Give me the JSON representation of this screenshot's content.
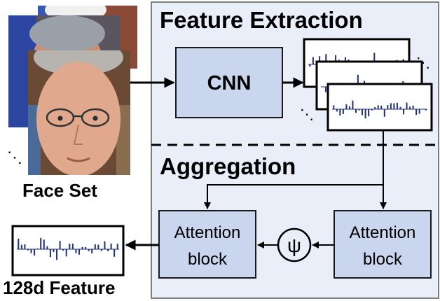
{
  "labels": {
    "feature_extraction": "Feature Extraction",
    "cnn": "CNN",
    "aggregation": "Aggregation",
    "attention_block_line1": "Attention",
    "attention_block_line2": "block",
    "psi": "ψ",
    "face_set": "Face Set",
    "output_feature": "128d Feature",
    "ellipsis": "⋱"
  },
  "colors": {
    "panel_fill": "#e9eef8",
    "panel_stroke": "#7f7f7f",
    "block_fill": "#c9d6ee",
    "block_stroke": "#1a1a1a",
    "spike": "#1f2f7a",
    "arrow": "#000000"
  }
}
